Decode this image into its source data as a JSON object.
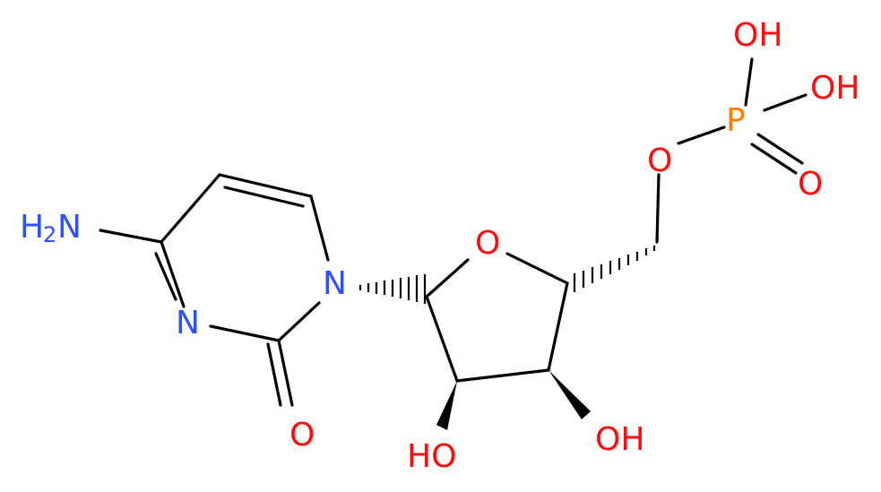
{
  "colors": {
    "carbon_bond": "#000000",
    "oxygen": "#ff0d0d",
    "nitrogen": "#3050f8",
    "phosphorus": "#ff8000"
  },
  "atoms": {
    "nh2_h": "H",
    "nh2_sub": "2",
    "nh2_n": "N",
    "n_ring_top": "N",
    "n_ring_bottom": "N",
    "o_carbonyl": "O",
    "o_ring": "O",
    "o_ester": "O",
    "p": "P",
    "oh_top": "OH",
    "oh_right": "OH",
    "o_double": "O",
    "oh_c2": "HO",
    "oh_c3": "OH"
  }
}
